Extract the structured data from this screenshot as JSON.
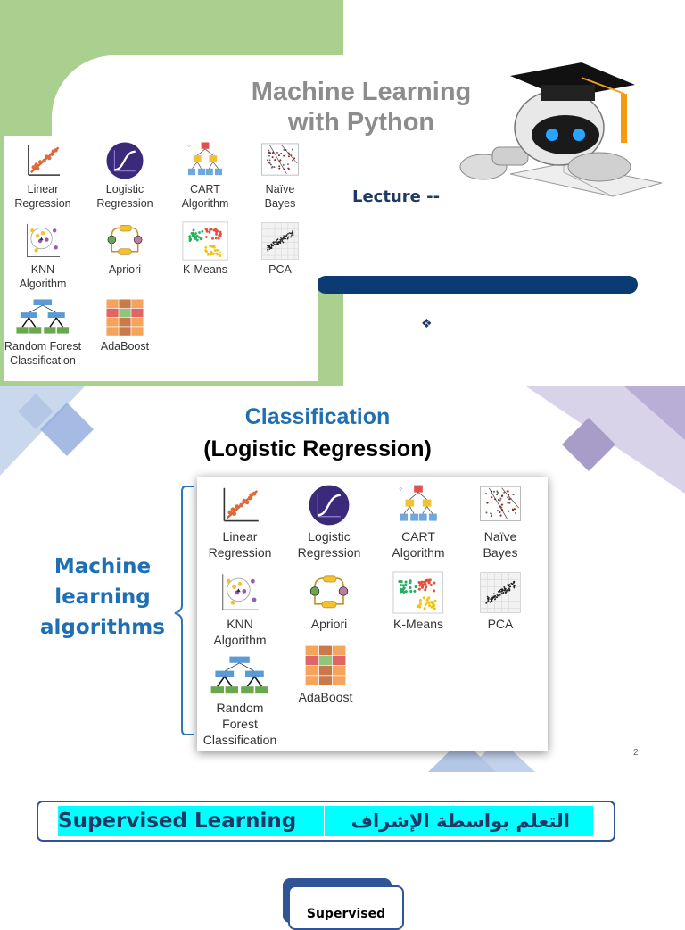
{
  "slide1": {
    "title": "Machine Learning\nwith Python",
    "lecture_label": "Lecture --",
    "bullet_symbol": "❖",
    "colors": {
      "green": "#a9d08e",
      "navy": "#0a3b73",
      "title_gray": "#8c8c8c"
    }
  },
  "algorithms": [
    {
      "label": "Linear\nRegression",
      "icon": "linear-regression-icon"
    },
    {
      "label": "Logistic\nRegression",
      "icon": "logistic-regression-icon"
    },
    {
      "label": "CART\nAlgorithm",
      "icon": "cart-tree-icon"
    },
    {
      "label": "Naïve\nBayes",
      "icon": "naive-bayes-icon"
    },
    {
      "label": "KNN\nAlgorithm",
      "icon": "knn-icon"
    },
    {
      "label": "Apriori",
      "icon": "apriori-icon"
    },
    {
      "label": "K-Means",
      "icon": "kmeans-icon"
    },
    {
      "label": "PCA",
      "icon": "pca-icon"
    },
    {
      "label": "Random Forest\nClassification",
      "icon": "random-forest-icon"
    },
    {
      "label": "AdaBoost",
      "icon": "adaboost-icon"
    }
  ],
  "slide2": {
    "title_line1": "Classification",
    "title_line2": "(Logistic Regression)",
    "side_label": "Machine\nlearning\nalgorithms",
    "page_number": "2",
    "colors": {
      "accent_blue": "#1f6fb5",
      "deco_blue": "#b4c7e7",
      "deco_purple": "#c9c0e0"
    }
  },
  "slide3": {
    "english": "Supervised Learning",
    "arabic": "التعلم بواسطة الإشراف",
    "button_label": "Supervised",
    "colors": {
      "highlight": "#00ffff",
      "border": "#2f5597"
    }
  }
}
